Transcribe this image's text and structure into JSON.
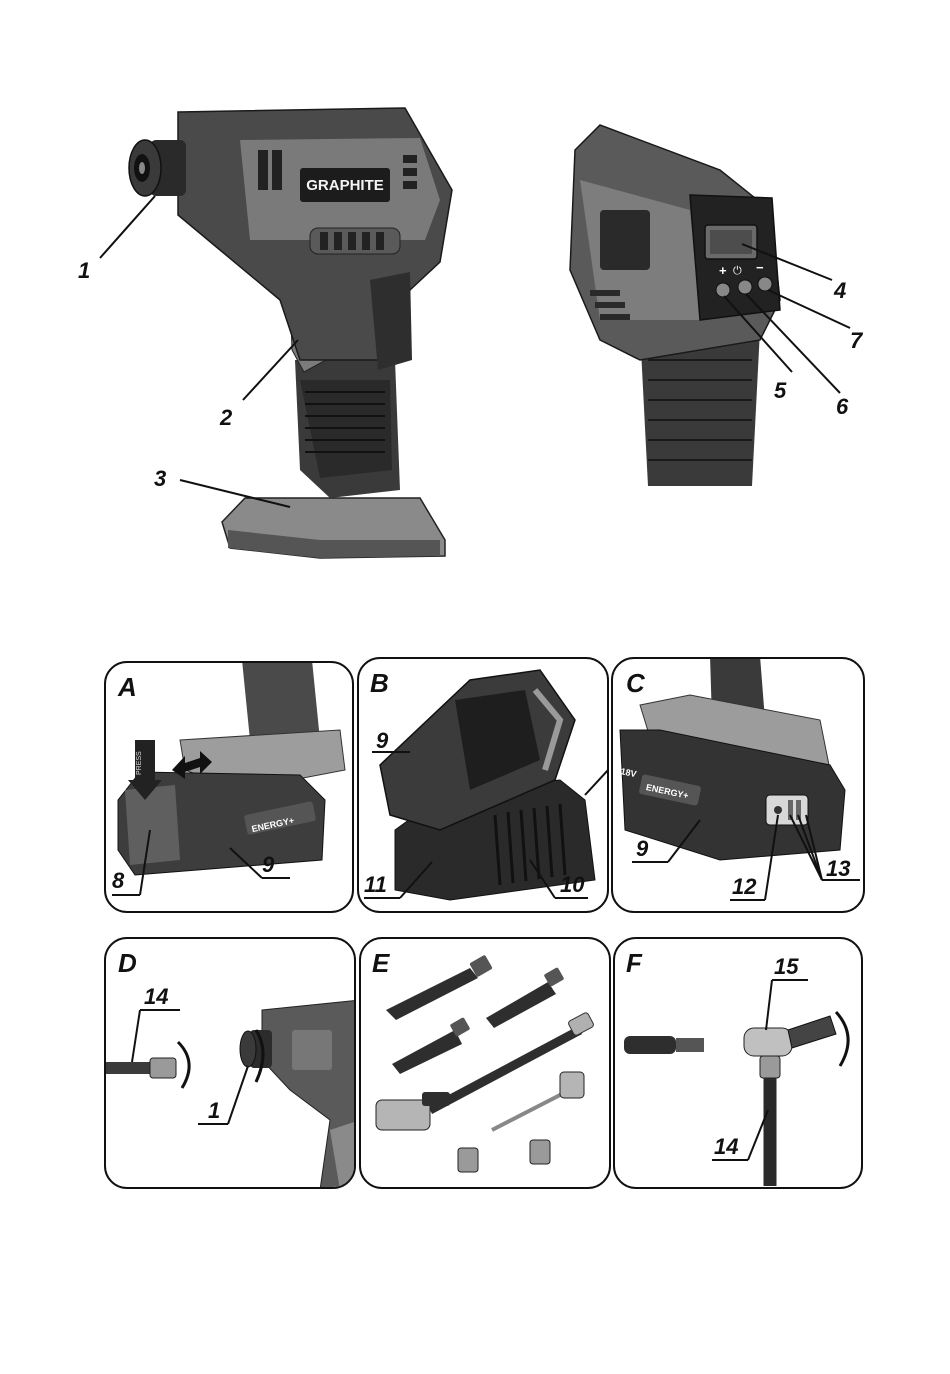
{
  "brand": "GRAPHITE",
  "top_callouts": [
    "1",
    "2",
    "3",
    "4",
    "5",
    "6",
    "7"
  ],
  "panels": [
    {
      "letter": "A",
      "callouts": [
        "8",
        "9"
      ],
      "press_label": "PRESS",
      "battery_text": "ENERGY+"
    },
    {
      "letter": "B",
      "callouts": [
        "9",
        "10",
        "11"
      ]
    },
    {
      "letter": "C",
      "callouts": [
        "9",
        "12",
        "13"
      ],
      "battery_text": "ENERGY+",
      "voltage": "18V"
    },
    {
      "letter": "D",
      "callouts": [
        "14",
        "1"
      ]
    },
    {
      "letter": "E",
      "callouts": []
    },
    {
      "letter": "F",
      "callouts": [
        "15",
        "14"
      ]
    }
  ],
  "colors": {
    "ink": "#111111",
    "dark": "#2b2b2b",
    "mid": "#6f6f6f",
    "light": "#a9a9a9"
  },
  "buttons": {
    "plus": "+",
    "power": "⏻",
    "minus": "−"
  }
}
